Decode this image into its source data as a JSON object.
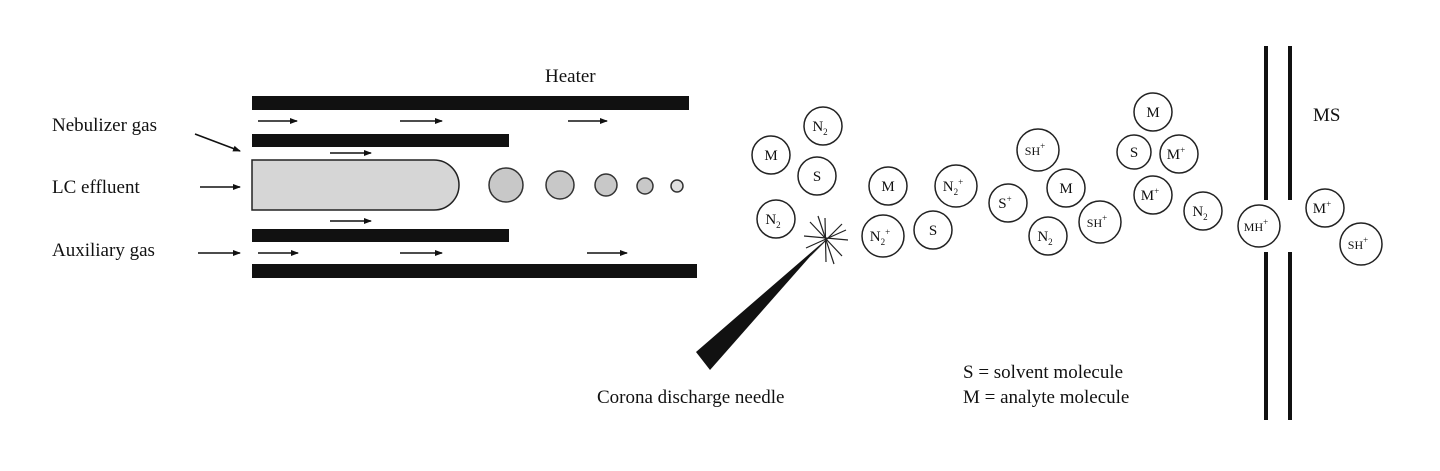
{
  "labels": {
    "heater": "Heater",
    "nebulizer_gas": "Nebulizer gas",
    "lc_effluent": "LC effluent",
    "auxiliary_gas": "Auxiliary gas",
    "corona_needle": "Corona discharge needle",
    "ms": "MS",
    "legend_s": "S = solvent molecule",
    "legend_m": "M = analyte molecule"
  },
  "molecules": [
    {
      "base": "M",
      "sup": ""
    },
    {
      "base": "N",
      "sub": "2",
      "sup": ""
    },
    {
      "base": "S",
      "sup": ""
    },
    {
      "base": "N",
      "sub": "2",
      "sup": ""
    },
    {
      "base": "M",
      "sup": ""
    },
    {
      "base": "N",
      "sub": "2",
      "sup": "+"
    },
    {
      "base": "N",
      "sub": "2",
      "sup": "+"
    },
    {
      "base": "S",
      "sup": ""
    },
    {
      "base": "SH",
      "sup": "+"
    },
    {
      "base": "S",
      "sup": "+"
    },
    {
      "base": "M",
      "sup": ""
    },
    {
      "base": "N",
      "sub": "2",
      "sup": ""
    },
    {
      "base": "SH",
      "sup": "+"
    },
    {
      "base": "M",
      "sup": ""
    },
    {
      "base": "S",
      "sup": ""
    },
    {
      "base": "M",
      "sup": "+"
    },
    {
      "base": "M",
      "sup": "+"
    },
    {
      "base": "N",
      "sub": "2",
      "sup": ""
    },
    {
      "base": "MH",
      "sup": "+"
    },
    {
      "base": "M",
      "sup": "+"
    },
    {
      "base": "SH",
      "sup": "+"
    }
  ]
}
